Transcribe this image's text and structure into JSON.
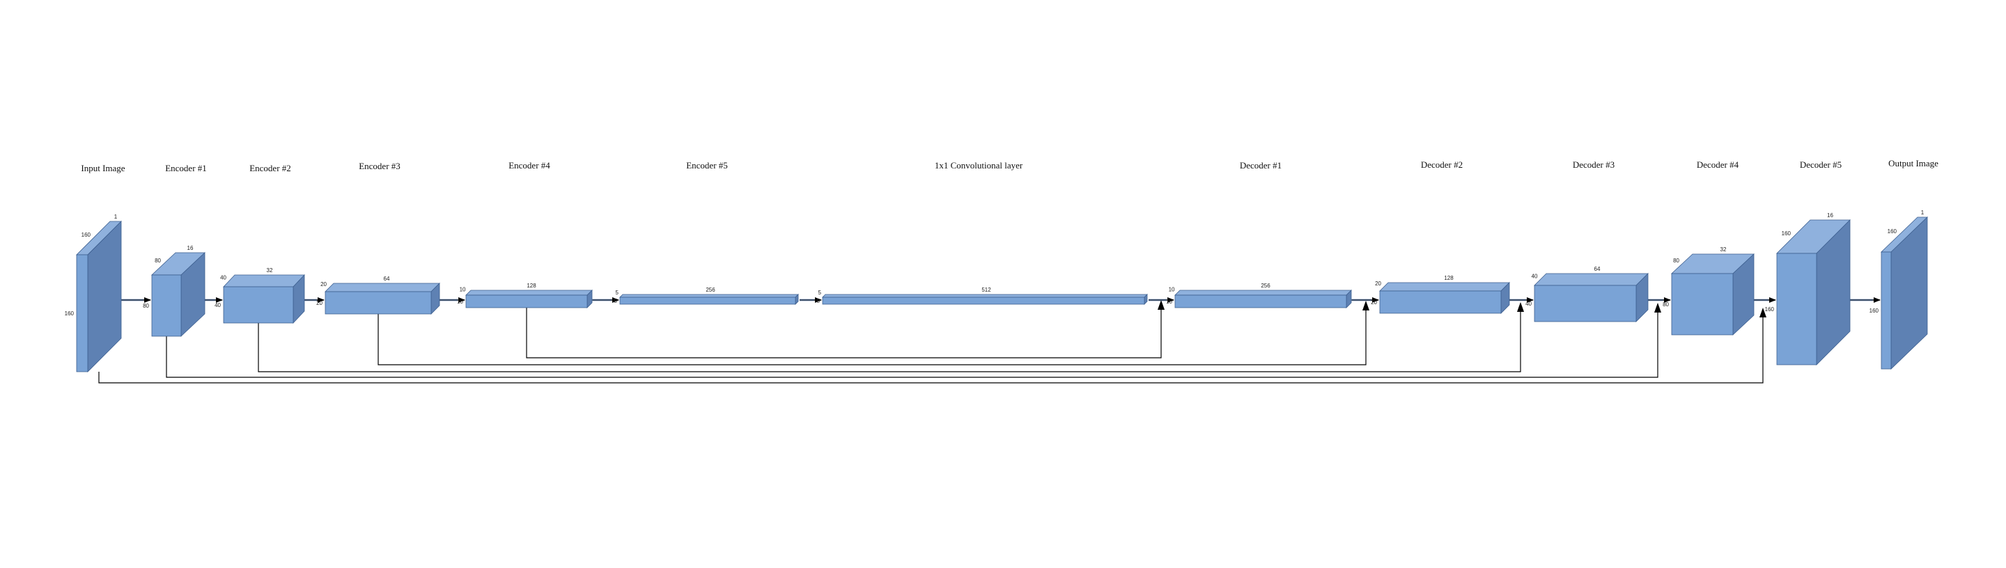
{
  "colors": {
    "front": "#7aa3d6",
    "top": "#8fb1dd",
    "side": "#5e81b3",
    "edge": "#3d5f8f",
    "line": "#000000"
  },
  "blocks": [
    {
      "id": "input",
      "title": "Input Image",
      "h": "160",
      "w": "160",
      "d": "1"
    },
    {
      "id": "enc1",
      "title": "Encoder #1",
      "h": "80",
      "w": "80",
      "d": "16"
    },
    {
      "id": "enc2",
      "title": "Encoder #2",
      "h": "40",
      "w": "40",
      "d": "32"
    },
    {
      "id": "enc3",
      "title": "Encoder #3",
      "h": "20",
      "w": "20",
      "d": "64"
    },
    {
      "id": "enc4",
      "title": "Encoder #4",
      "h": "10",
      "w": "10",
      "d": "128"
    },
    {
      "id": "enc5",
      "title": "Encoder #5",
      "h": "5",
      "w": "5",
      "d": "256"
    },
    {
      "id": "conv1",
      "title": "1x1 Convolutional layer",
      "h": "5",
      "w": "5",
      "d": "512"
    },
    {
      "id": "dec1",
      "title": "Decoder #1",
      "h": "10",
      "w": "10",
      "d": "256"
    },
    {
      "id": "dec2",
      "title": "Decoder #2",
      "h": "20",
      "w": "20",
      "d": "128"
    },
    {
      "id": "dec3",
      "title": "Decoder #3",
      "h": "40",
      "w": "40",
      "d": "64"
    },
    {
      "id": "dec4",
      "title": "Decoder #4",
      "h": "80",
      "w": "80",
      "d": "32"
    },
    {
      "id": "dec5",
      "title": "Decoder #5",
      "h": "160",
      "w": "160",
      "d": "16"
    },
    {
      "id": "output",
      "title": "Output Image",
      "h": "160",
      "w": "160",
      "d": "1"
    }
  ],
  "skip_connections": [
    {
      "from": "input",
      "to": "dec5"
    },
    {
      "from": "enc1",
      "to": "dec4"
    },
    {
      "from": "enc2",
      "to": "dec3"
    },
    {
      "from": "enc3",
      "to": "dec2"
    },
    {
      "from": "enc4",
      "to": "dec1"
    }
  ]
}
